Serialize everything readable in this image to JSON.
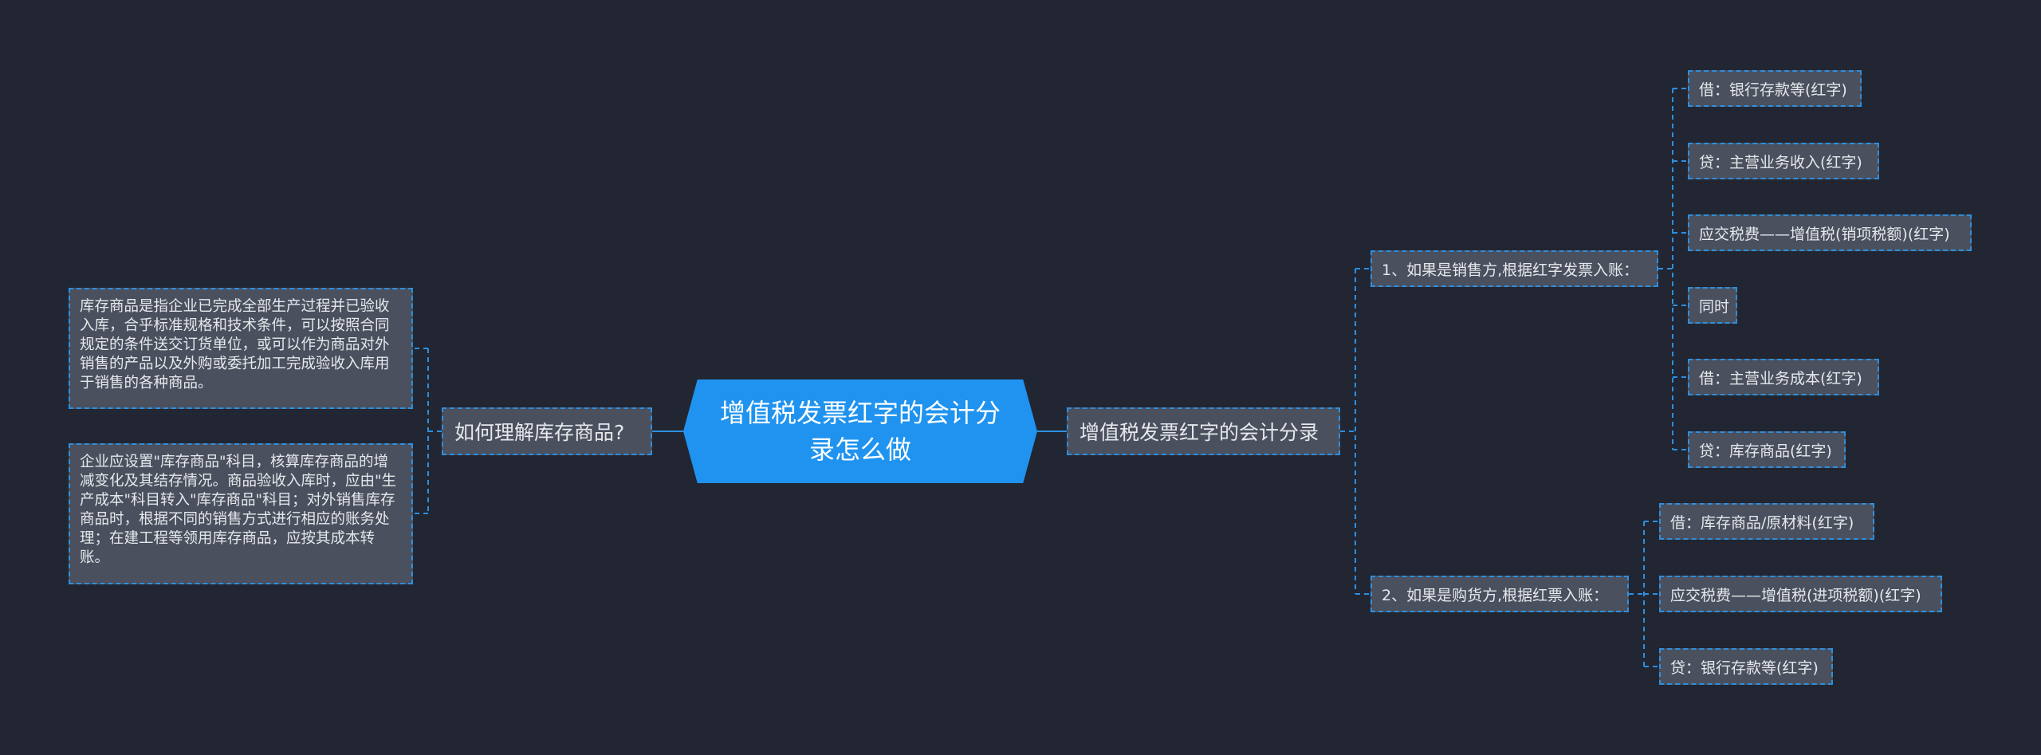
{
  "mindmap": {
    "root": "增值税发票红字的会计分录怎么做",
    "left_branch": {
      "label": "如何理解库存商品?",
      "paragraphs": [
        "库存商品是指企业已完成全部生产过程并已验收入库，合乎标准规格和技术条件，可以按照合同规定的条件送交订货单位，或可以作为商品对外销售的产品以及外购或委托加工完成验收入库用于销售的各种商品。",
        "企业应设置\"库存商品\"科目，核算库存商品的增减变化及其结存情况。商品验收入库时，应由\"生产成本\"科目转入\"库存商品\"科目；对外销售库存商品时，根据不同的销售方式进行相应的账务处理；在建工程等领用库存商品，应按其成本转账。"
      ]
    },
    "right_branch": {
      "label": "增值税发票红字的会计分录",
      "cases": [
        {
          "label": "1、如果是销售方,根据红字发票入账：",
          "entries": [
            "借：银行存款等(红字)",
            "贷：主营业务收入(红字)",
            "应交税费——增值税(销项税额)(红字)",
            "同时",
            "借：主营业务成本(红字)",
            "贷：库存商品(红字)"
          ]
        },
        {
          "label": "2、如果是购货方,根据红票入账：",
          "entries": [
            "借：库存商品/原材料(红字)",
            "应交税费——增值税(进项税额)(红字)",
            "贷：银行存款等(红字)"
          ]
        }
      ]
    },
    "colors": {
      "background": "#212632",
      "root_fill": "#1f93ef",
      "node_fill": "#4a505e",
      "connector": "#2e8fe0"
    }
  }
}
